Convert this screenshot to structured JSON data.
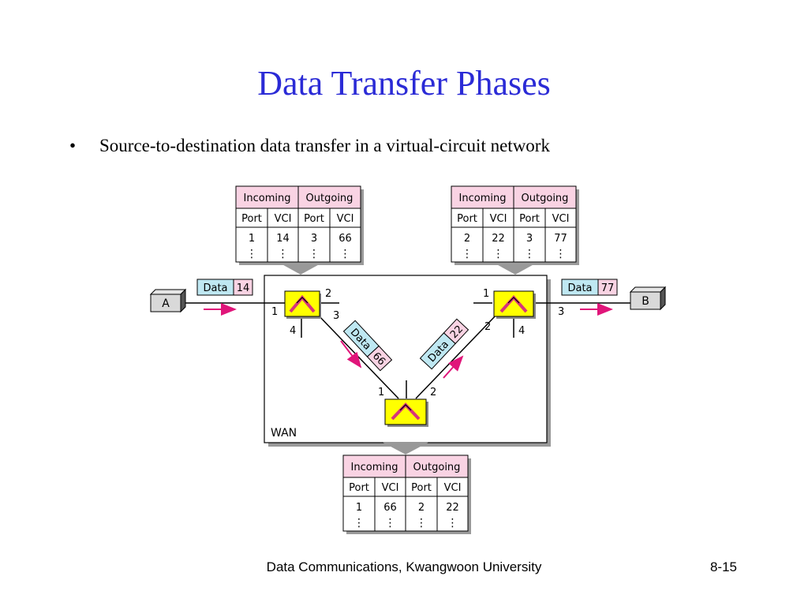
{
  "slide": {
    "title": "Data Transfer Phases",
    "bullet": "Source-to-destination data transfer in a virtual-circuit network",
    "bullet_marker": "•"
  },
  "footer": {
    "center": "Data Communications, Kwangwoon University",
    "page": "8-15"
  },
  "diagram": {
    "wan_label": "WAN",
    "host_a": "A",
    "host_b": "B",
    "table_headers": {
      "incoming": "Incoming",
      "outgoing": "Outgoing",
      "port": "Port",
      "vci": "VCI"
    },
    "tables": [
      {
        "name": "switch-1-table",
        "in_port": "1",
        "in_vci": "14",
        "out_port": "3",
        "out_vci": "66"
      },
      {
        "name": "switch-2-table",
        "in_port": "2",
        "in_vci": "22",
        "out_port": "3",
        "out_vci": "77"
      },
      {
        "name": "switch-3-table",
        "in_port": "1",
        "in_vci": "66",
        "out_port": "2",
        "out_vci": "22"
      }
    ],
    "frames": {
      "a_to_s1": {
        "data": "Data",
        "vci": "14"
      },
      "s1_to_s3": {
        "data": "Data",
        "vci": "66"
      },
      "s3_to_s2": {
        "data": "Data",
        "vci": "22"
      },
      "s2_to_b": {
        "data": "Data",
        "vci": "77"
      }
    },
    "ports": {
      "s1": [
        "1",
        "2",
        "3",
        "4"
      ],
      "s2": [
        "1",
        "2",
        "3",
        "4"
      ],
      "s3": [
        "1",
        "2"
      ]
    },
    "ellipsis": "⋮",
    "colors": {
      "table_header_bg": "#f9d3e3",
      "frame_data_bg": "#bfe8f2",
      "frame_vci_bg": "#f9d3e3",
      "switch_fill": "#ffff00",
      "arrow": "#e0157a",
      "title": "#2b2bd6"
    }
  }
}
